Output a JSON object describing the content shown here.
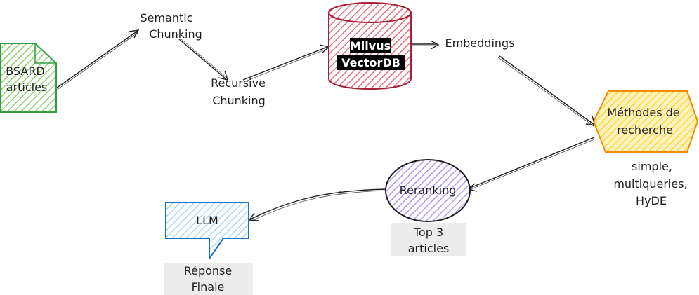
{
  "nodes": {
    "bsard": {
      "line1": "BSARD",
      "line2": "articles",
      "fill": "#8bd16a",
      "stroke": "#2f9e44"
    },
    "semantic": {
      "line1": "Semantic",
      "line2": "Chunking"
    },
    "recursive": {
      "line1": "Recursive",
      "line2": "Chunking"
    },
    "milvus": {
      "line1": "Milvus",
      "line2": "VectorDB",
      "fill": "#f08c98",
      "stroke": "#a61e33"
    },
    "embeddings": {
      "label": "Embeddings"
    },
    "methodes": {
      "line1": "Méthodes de",
      "line2": "recherche",
      "fill": "#ffd43b",
      "stroke": "#f08c00"
    },
    "methodes_note": {
      "line1": "simple,",
      "line2": "multiqueries,",
      "line3": "HyDE"
    },
    "reranking": {
      "label": "Reranking",
      "fill": "#b197fc",
      "stroke": "#1e1e1e"
    },
    "top3": {
      "line1": "Top 3",
      "line2": "articles"
    },
    "llm": {
      "label": "LLM",
      "fill": "#a5d8ff",
      "stroke": "#1971c2"
    },
    "reponse": {
      "line1": "Réponse",
      "line2": "Finale"
    }
  },
  "colors": {
    "note_bg": "#ececec",
    "ink": "#1e1e1e"
  }
}
